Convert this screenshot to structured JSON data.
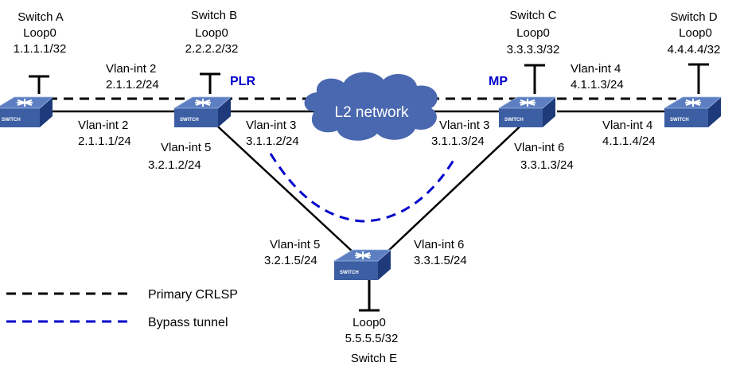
{
  "colors": {
    "primary_line": "#000000",
    "bypass_line": "#0000cc",
    "role_label": "#0000cc",
    "switch_top": "#4a6fb5",
    "switch_side": "#1f3a7a",
    "cloud": "#4a68b0"
  },
  "switches": {
    "a": {
      "name": "Switch A",
      "loop": "Loop0",
      "ip": "1.1.1.1/32",
      "badge": "SWITCH"
    },
    "b": {
      "name": "Switch B",
      "loop": "Loop0",
      "ip": "2.2.2.2/32",
      "badge": "SWITCH",
      "role": "PLR"
    },
    "c": {
      "name": "Switch C",
      "loop": "Loop0",
      "ip": "3.3.3.3/32",
      "badge": "SWITCH",
      "role": "MP"
    },
    "d": {
      "name": "Switch D",
      "loop": "Loop0",
      "ip": "4.4.4.4/32",
      "badge": "SWITCH"
    },
    "e": {
      "name": "Switch E",
      "loop": "Loop0",
      "ip": "5.5.5.5/32",
      "badge": "SWITCH"
    }
  },
  "cloud": {
    "label": "L2 network"
  },
  "interfaces": {
    "a_vlan2": {
      "name": "Vlan-int 2",
      "ip": "2.1.1.1/24"
    },
    "b_vlan2": {
      "name": "Vlan-int 2",
      "ip": "2.1.1.2/24"
    },
    "b_vlan3": {
      "name": "Vlan-int 3",
      "ip": "3.1.1.2/24"
    },
    "b_vlan5": {
      "name": "Vlan-int 5",
      "ip": "3.2.1.2/24"
    },
    "c_vlan3": {
      "name": "Vlan-int 3",
      "ip": "3.1.1.3/24"
    },
    "c_vlan4": {
      "name": "Vlan-int 4",
      "ip": "4.1.1.3/24"
    },
    "c_vlan6": {
      "name": "Vlan-int 6",
      "ip": "3.3.1.3/24"
    },
    "d_vlan4": {
      "name": "Vlan-int 4",
      "ip": "4.1.1.4/24"
    },
    "e_vlan5": {
      "name": "Vlan-int 5",
      "ip": "3.2.1.5/24"
    },
    "e_vlan6": {
      "name": "Vlan-int 6",
      "ip": "3.3.1.5/24"
    }
  },
  "legend": {
    "primary": "Primary CRLSP",
    "bypass": "Bypass tunnel"
  }
}
